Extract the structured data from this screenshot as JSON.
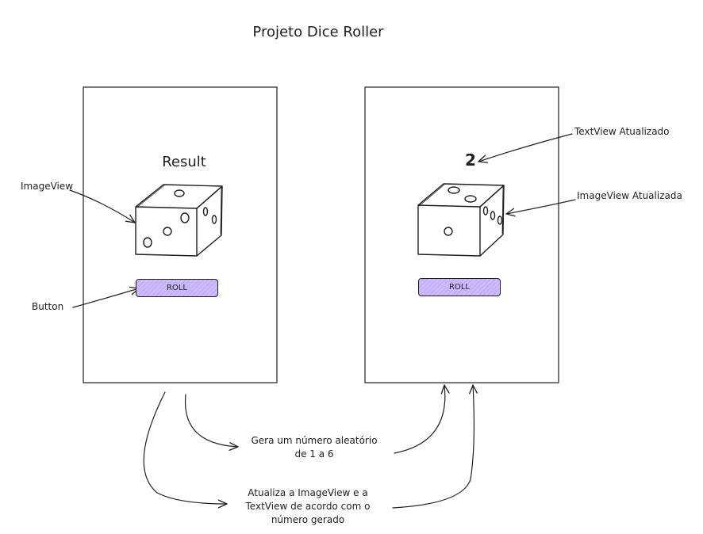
{
  "title": "Projeto Dice Roller",
  "left_screen": {
    "result_text": "Result",
    "button_label": "ROLL",
    "annotations": {
      "imageview": "ImageView",
      "button": "Button"
    }
  },
  "right_screen": {
    "result_text": "2",
    "button_label": "ROLL",
    "annotations": {
      "textview": "TextView Atualizado",
      "imageview": "ImageView Atualizada"
    }
  },
  "flow_notes": {
    "generate": [
      "Gera um número aleatório",
      "de 1 a 6"
    ],
    "update": [
      "Atualiza a ImageView e a",
      "TextView de acordo com o",
      "número gerado"
    ]
  },
  "colors": {
    "stroke": "#1e1e1e",
    "button_fill": "#d0bfff"
  }
}
